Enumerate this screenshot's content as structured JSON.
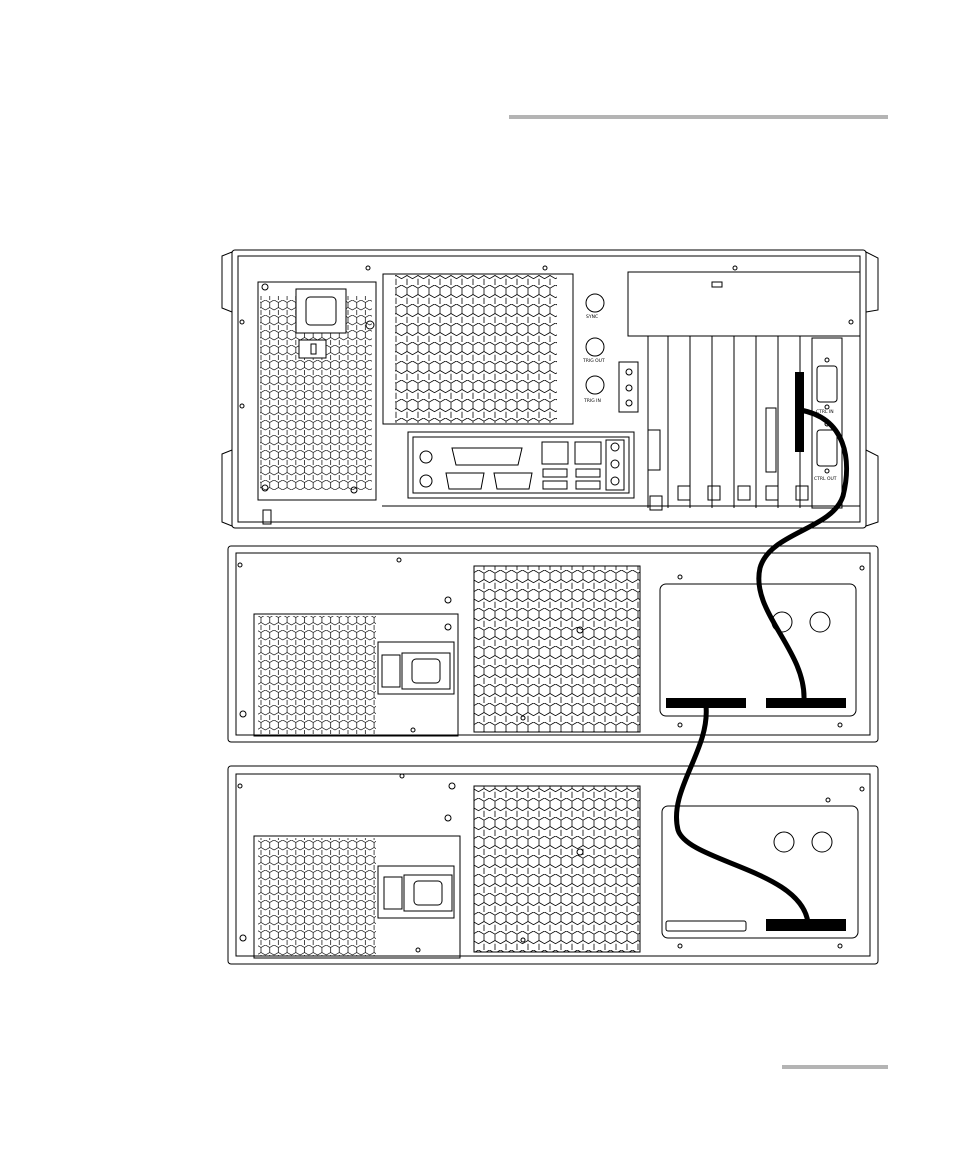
{
  "figure": {
    "labels": {
      "sync": "SYNC",
      "trig_out": "TRIG OUT",
      "trig_in": "TRIG IN",
      "ctrl_in": "CTRL IN",
      "ctrl_out": "CTRL OUT"
    }
  },
  "colors": {
    "rule": "#b4b4b4",
    "line": "#000000",
    "cable": "#000000"
  }
}
